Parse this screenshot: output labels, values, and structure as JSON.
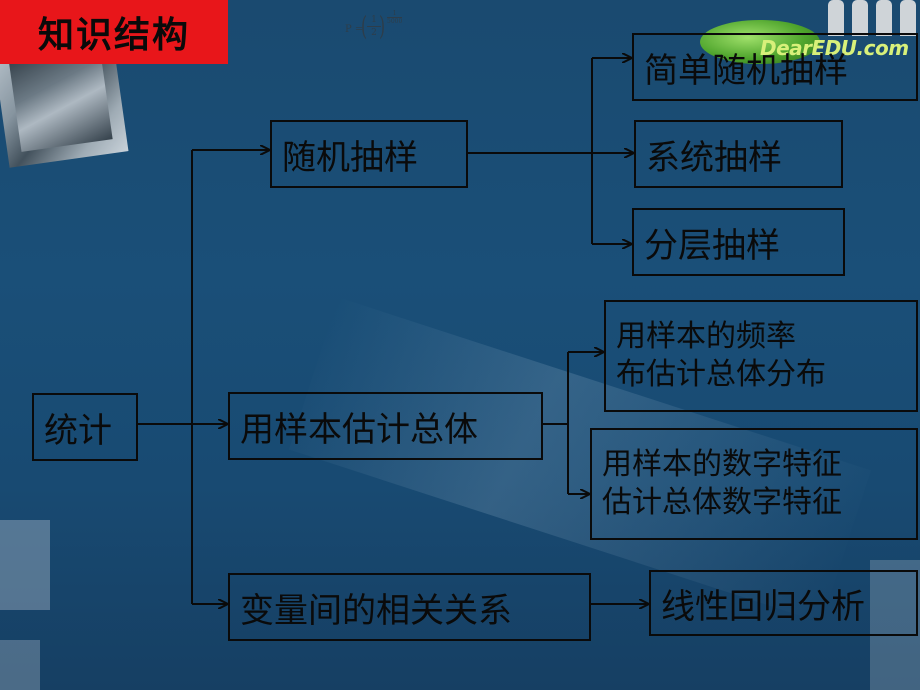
{
  "title": "知识结构",
  "formula": {
    "lhs": "P",
    "numerator": "1",
    "denominator": "2",
    "exponent_top": "1",
    "exponent_bottom": "5000"
  },
  "logo": {
    "text": "DearEDU.com"
  },
  "diagram": {
    "root": "统计",
    "branch_sampling": "随机抽样",
    "branch_estimation": "用样本估计总体",
    "branch_correlation": "变量间的相关关系",
    "leaf_simple_random": "简单随机抽样",
    "leaf_systematic": "系统抽样",
    "leaf_stratified": "分层抽样",
    "leaf_frequency_line1": "用样本的频率",
    "leaf_frequency_line2": "布估计总体分布",
    "leaf_numeric_line1": "用样本的数字特征",
    "leaf_numeric_line2": "估计总体数字特征",
    "leaf_regression": "线性回归分析"
  },
  "colors": {
    "title_bg": "#e8161a",
    "background": "#1a4a70",
    "ink": "#0a0a0a"
  }
}
